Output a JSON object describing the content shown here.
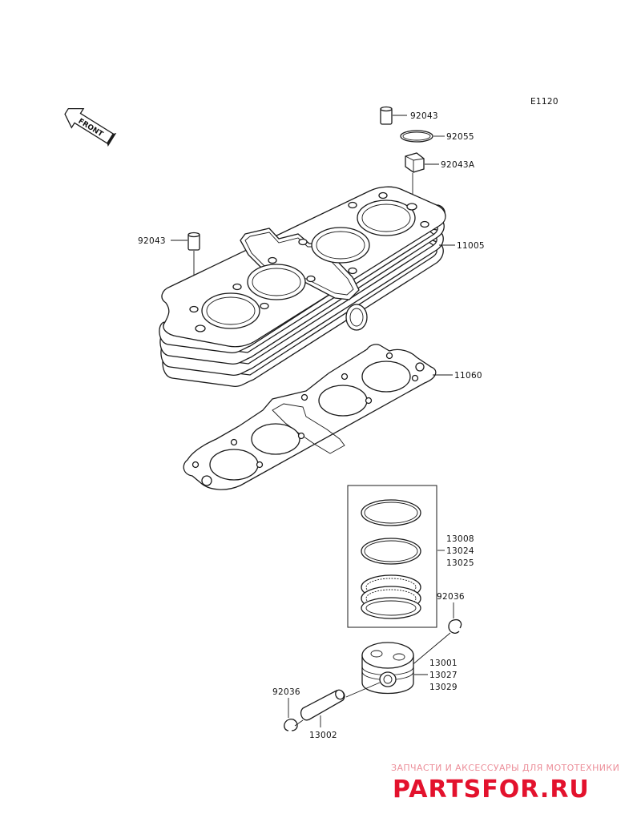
{
  "diagram_code": "E1120",
  "front_label": "FRONT",
  "labels": {
    "dowel_top": "92043",
    "o_ring": "92055",
    "dowel_a": "92043A",
    "dowel_left": "92043",
    "cylinder": "11005",
    "gasket": "11060",
    "ring_1": "13008",
    "ring_2": "13024",
    "ring_3": "13025",
    "circlip_right": "92036",
    "piston_1": "13001",
    "piston_2": "13027",
    "piston_3": "13029",
    "circlip_left": "92036",
    "pin": "13002"
  },
  "watermark": {
    "subtitle": "ЗАПЧАСТИ И АКСЕССУАРЫ ДЛЯ МОТОТЕХНИКИ",
    "brand": "PARTSFOR.RU"
  }
}
